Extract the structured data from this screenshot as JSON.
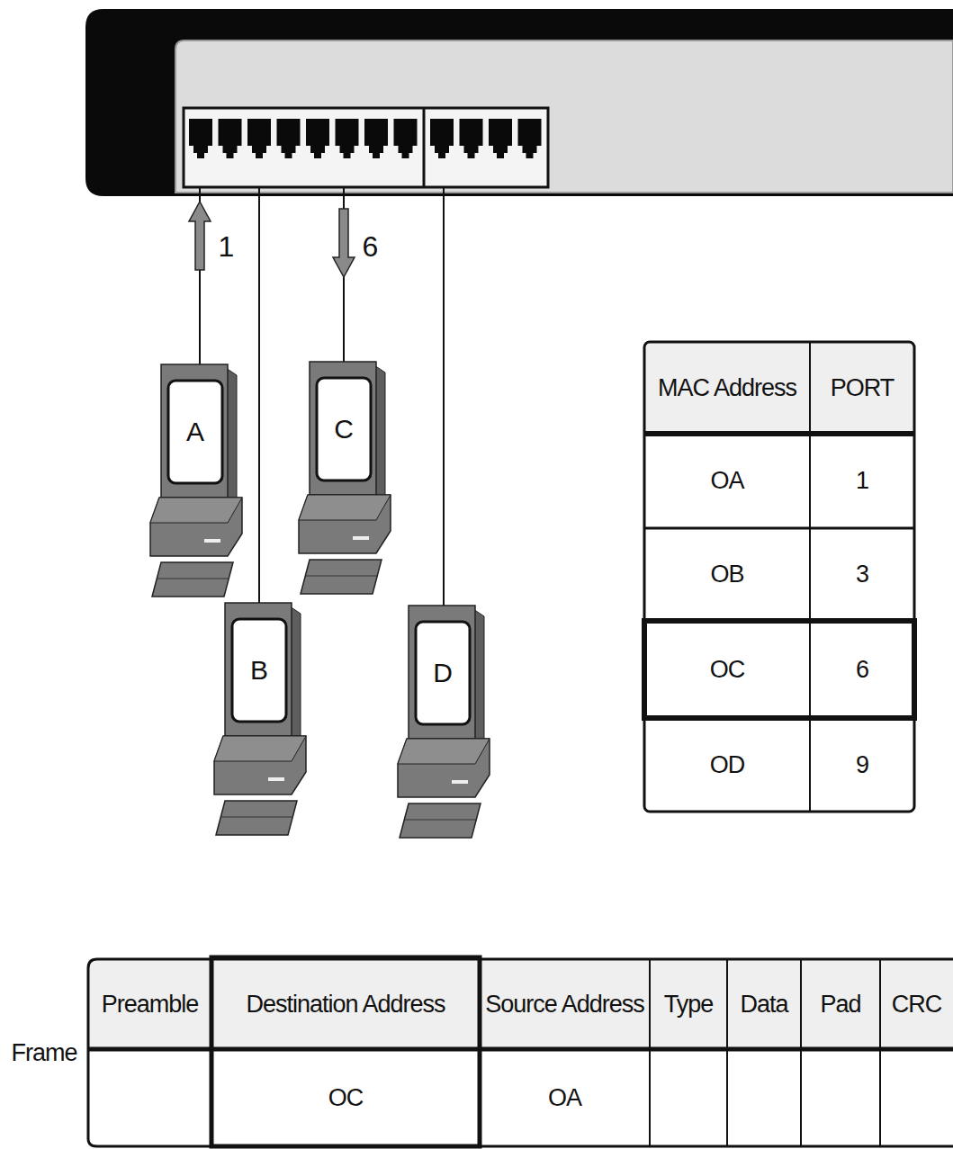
{
  "diagram": {
    "nodes": [
      {
        "text": [
          "A"
        ]
      },
      {
        "text": [
          "B"
        ]
      },
      {
        "text": [
          "C"
        ]
      },
      {
        "text": [
          "D"
        ]
      }
    ],
    "labels": [
      "1",
      "6",
      "MAC Address",
      "PORT",
      "OA",
      "1",
      "OB",
      "3",
      "OC",
      "6",
      "OD",
      "9",
      "Frame",
      "Preamble",
      "Destination Address",
      "Source Address",
      "Type",
      "Data",
      "Pad",
      "CRC",
      "OC",
      "OA"
    ]
  }
}
